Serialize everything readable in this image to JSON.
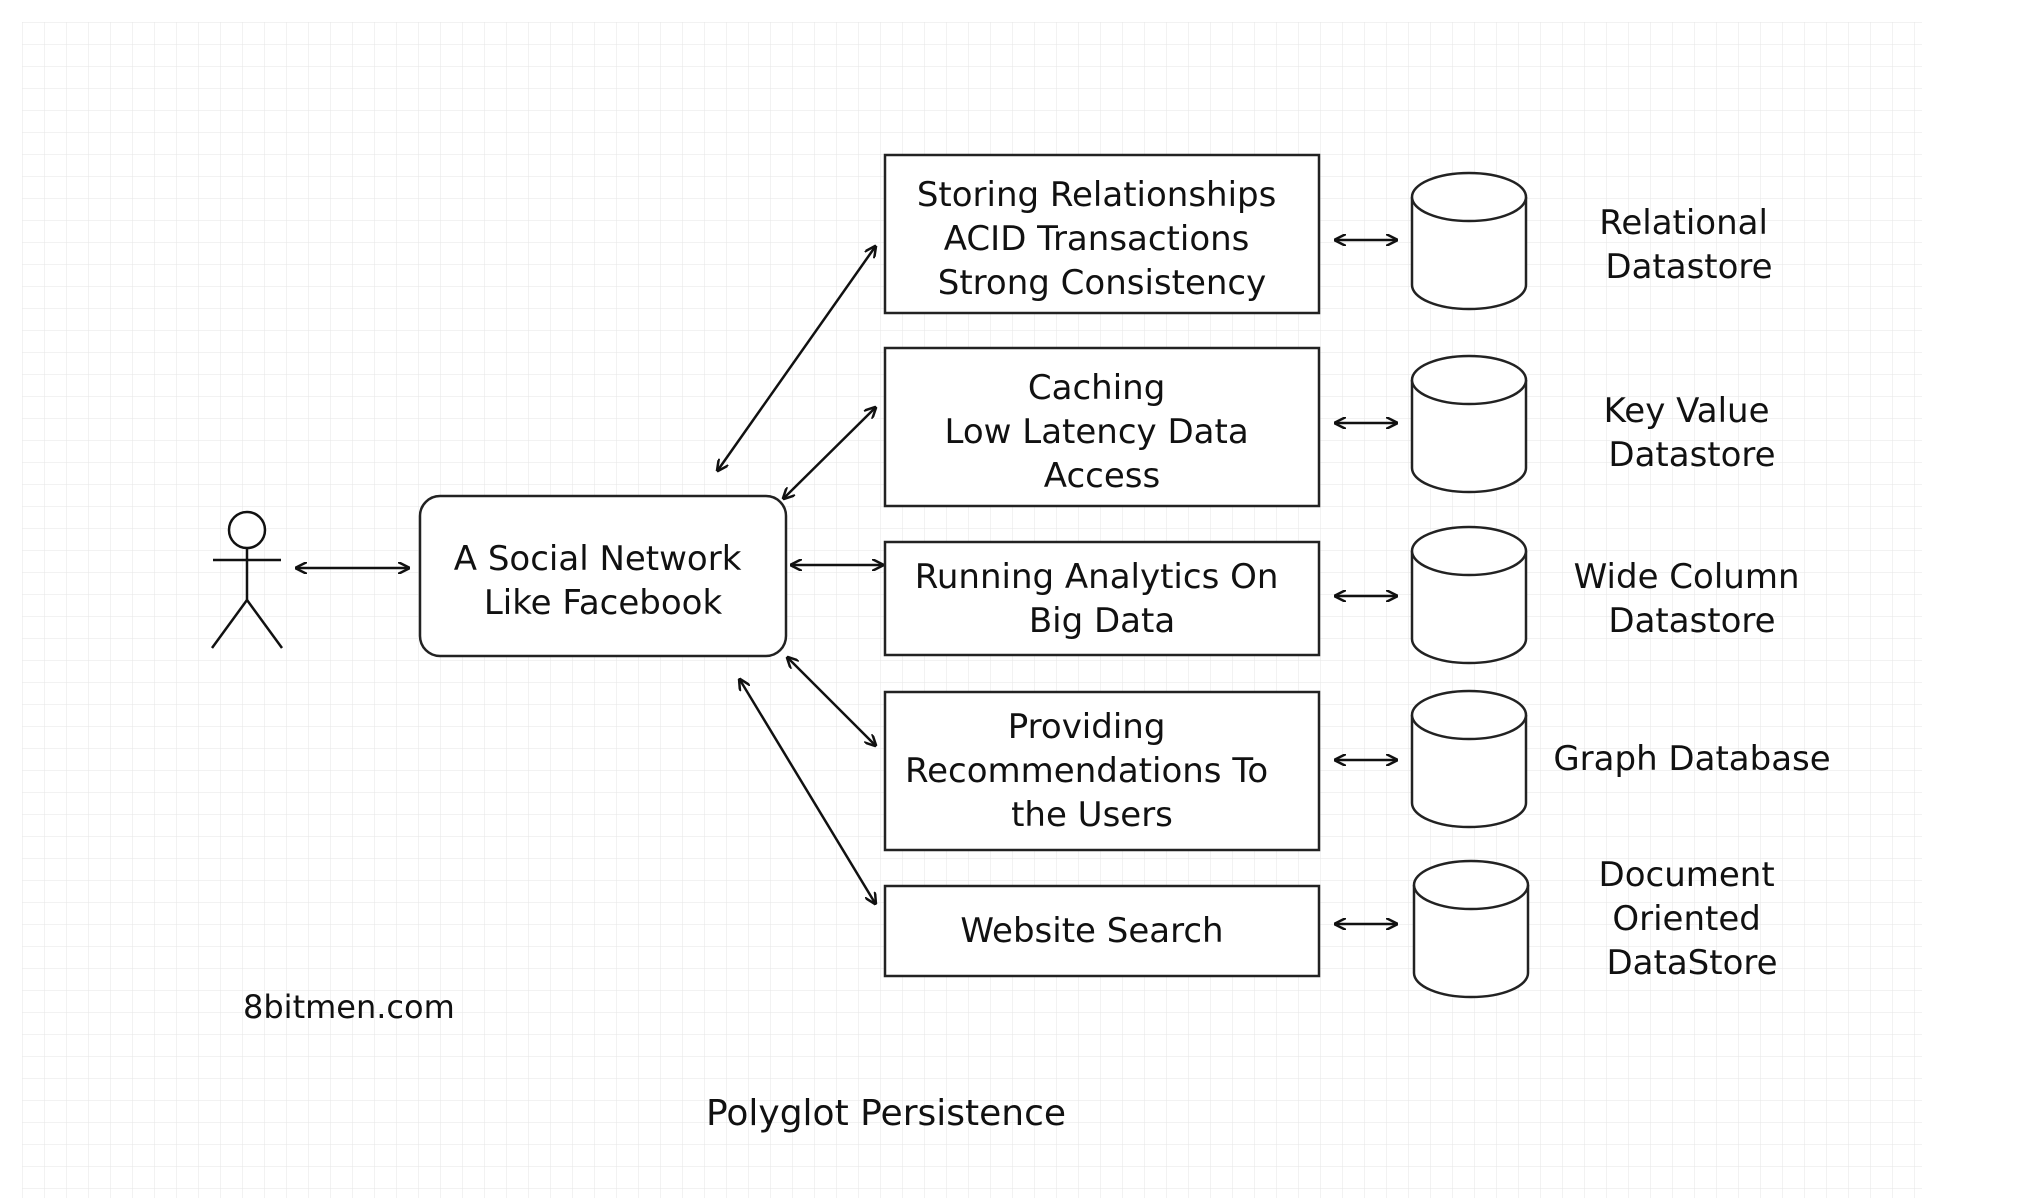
{
  "title": "Polyglot Persistence",
  "watermark": "8bitmen.com",
  "actor": {
    "name": "user-actor",
    "label": ""
  },
  "hub": {
    "lines": [
      "A Social Network",
      "Like Facebook"
    ]
  },
  "use_cases": [
    {
      "id": "relationships",
      "lines": [
        "Storing Relationships",
        "ACID Transactions",
        "Strong Consistency"
      ]
    },
    {
      "id": "caching",
      "lines": [
        "Caching",
        "Low Latency Data",
        "Access"
      ]
    },
    {
      "id": "analytics",
      "lines": [
        "Running Analytics On",
        "Big Data"
      ]
    },
    {
      "id": "recommendations",
      "lines": [
        "Providing",
        "Recommendations To",
        "the Users"
      ]
    },
    {
      "id": "search",
      "lines": [
        "Website Search"
      ]
    }
  ],
  "datastores": [
    {
      "id": "relational",
      "lines": [
        "Relational",
        "Datastore"
      ]
    },
    {
      "id": "key-value",
      "lines": [
        "Key Value",
        "Datastore"
      ]
    },
    {
      "id": "wide-column",
      "lines": [
        "Wide Column",
        "Datastore"
      ]
    },
    {
      "id": "graph",
      "lines": [
        "Graph Database"
      ]
    },
    {
      "id": "document",
      "lines": [
        "Document",
        "Oriented",
        "DataStore"
      ]
    }
  ],
  "colors": {
    "grid": "#e6e6e6",
    "stroke": "#222222",
    "text": "#111111",
    "background": "#ffffff"
  },
  "icons": {
    "actor": "stick-figure-icon",
    "database": "cylinder-icon"
  }
}
